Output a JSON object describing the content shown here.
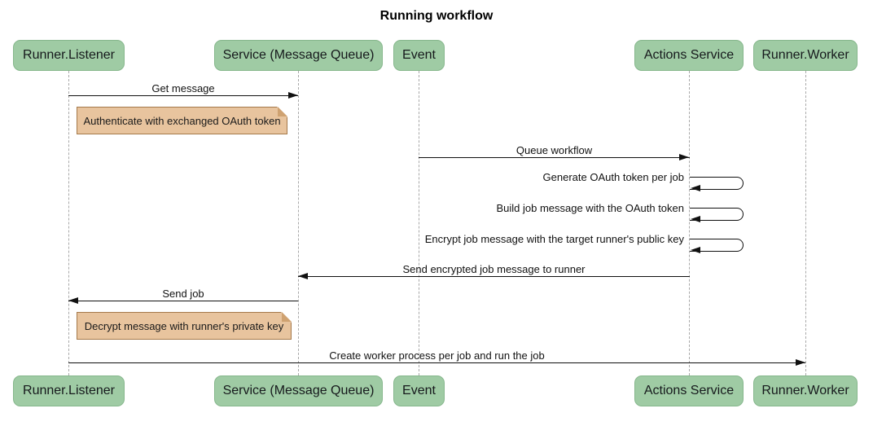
{
  "title": "Running workflow",
  "diagram_type": "sequence",
  "participants": [
    {
      "label": "Runner.Listener"
    },
    {
      "label": "Service (Message Queue)"
    },
    {
      "label": "Event"
    },
    {
      "label": "Actions Service"
    },
    {
      "label": "Runner.Worker"
    }
  ],
  "messages": [
    {
      "label": "Get message",
      "from": "Runner.Listener",
      "to": "Service (Message Queue)",
      "kind": "solid-arrow"
    },
    {
      "label": "Queue workflow",
      "from": "Event",
      "to": "Actions Service",
      "kind": "solid-arrow"
    },
    {
      "label": "Generate OAuth token per job",
      "from": "Actions Service",
      "to": "Actions Service",
      "kind": "self-loop"
    },
    {
      "label": "Build job message with the OAuth token",
      "from": "Actions Service",
      "to": "Actions Service",
      "kind": "self-loop"
    },
    {
      "label": "Encrypt job message with the target runner's public key",
      "from": "Actions Service",
      "to": "Actions Service",
      "kind": "self-loop"
    },
    {
      "label": "Send encrypted job message to runner",
      "from": "Actions Service",
      "to": "Service (Message Queue)",
      "kind": "solid-arrow"
    },
    {
      "label": "Send job",
      "from": "Service (Message Queue)",
      "to": "Runner.Listener",
      "kind": "solid-arrow"
    },
    {
      "label": "Create worker process per job and run the job",
      "from": "Runner.Listener",
      "to": "Runner.Worker",
      "kind": "solid-arrow"
    }
  ],
  "notes": [
    {
      "text": "Authenticate with exchanged OAuth token",
      "anchor": "right of Runner.Listener"
    },
    {
      "text": "Decrypt message with runner's private key",
      "anchor": "right of Runner.Listener"
    }
  ],
  "colors": {
    "actor_fill": "#9fcba4",
    "actor_border": "#86b78c",
    "note_fill": "#e8c49e",
    "note_border": "#a5794a",
    "lifeline": "#a8a8a8",
    "arrow": "#111111",
    "background": "#ffffff"
  }
}
